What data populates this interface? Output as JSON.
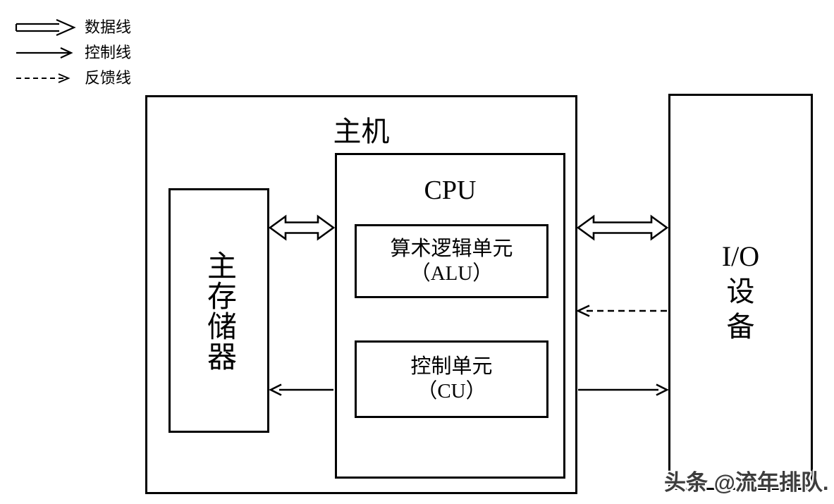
{
  "legend": {
    "items": [
      {
        "label": "数据线",
        "type": "data",
        "style": "hollow-double-line-arrow"
      },
      {
        "label": "控制线",
        "type": "control",
        "style": "solid-arrow"
      },
      {
        "label": "反馈线",
        "type": "feedback",
        "style": "dashed-arrow"
      }
    ]
  },
  "diagram": {
    "host": {
      "label": "主机"
    },
    "memory": {
      "label": "主存储器"
    },
    "cpu": {
      "label": "CPU"
    },
    "alu": {
      "name": "算术逻辑单元",
      "abbr": "（ALU）"
    },
    "cu": {
      "name": "控制单元",
      "abbr": "（CU）"
    },
    "io": {
      "lines": [
        "I/O",
        "设",
        "备"
      ]
    }
  },
  "connections": [
    {
      "from": "主存储器",
      "to": "CPU",
      "type": "数据线",
      "bidirectional": true
    },
    {
      "from": "主机",
      "to": "I/O设备",
      "type": "数据线",
      "bidirectional": true
    },
    {
      "from": "I/O设备",
      "to": "主机",
      "type": "反馈线",
      "bidirectional": false
    },
    {
      "from": "主机",
      "to": "I/O设备",
      "type": "控制线",
      "bidirectional": false
    },
    {
      "from": "CPU",
      "to": "主存储器",
      "type": "控制线",
      "bidirectional": false
    }
  ],
  "watermark": {
    "text": "头条 @流年排队."
  },
  "colors": {
    "line": "#000000",
    "background": "#ffffff",
    "watermark_text": "#3d3d3d"
  }
}
